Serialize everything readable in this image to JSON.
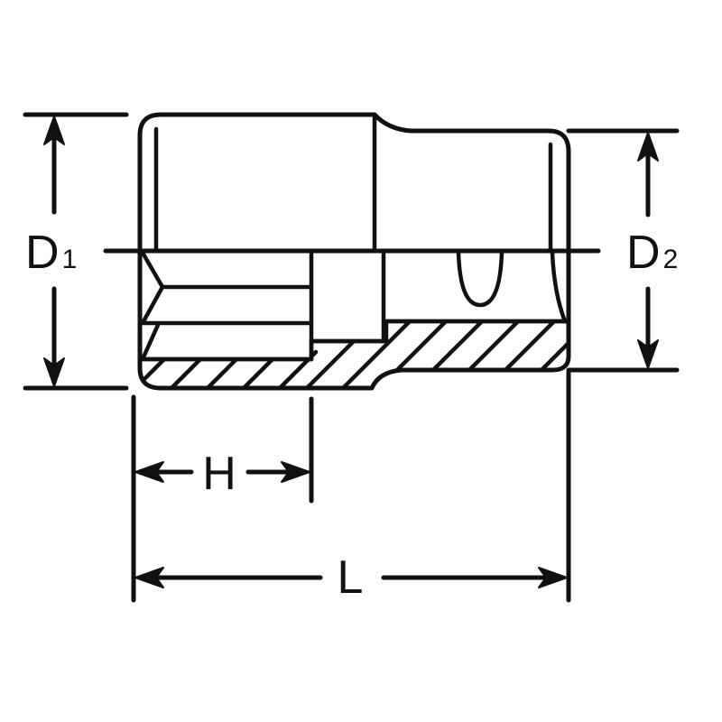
{
  "drawing": {
    "subject": "Socket (hex/12-point) cross-section dimension drawing",
    "line_color": "#111111",
    "background": "#ffffff"
  },
  "dimensions": {
    "d1": {
      "letter": "D",
      "subscript": "1",
      "meaning": "outer diameter at drive end"
    },
    "d2": {
      "letter": "D",
      "subscript": "2",
      "meaning": "outer diameter at square-drive end"
    },
    "h": {
      "letter": "H",
      "meaning": "socket opening depth"
    },
    "l": {
      "letter": "L",
      "meaning": "overall length"
    }
  }
}
